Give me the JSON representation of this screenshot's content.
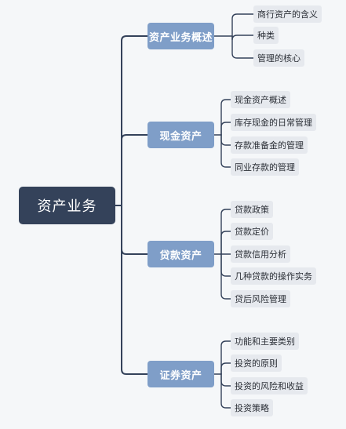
{
  "root": {
    "label": "资产业务"
  },
  "branches": [
    {
      "label": "资产业务概述",
      "leaves": [
        "商行资产的含义",
        "种类",
        "管理的核心"
      ]
    },
    {
      "label": "现金资产",
      "leaves": [
        "现金资产概述",
        "库存现金的日常管理",
        "存款准备金的管理",
        "同业存款的管理"
      ]
    },
    {
      "label": "贷款资产",
      "leaves": [
        "贷款政策",
        "贷款定价",
        "贷款信用分析",
        "几种贷款的操作实务",
        "贷后风险管理"
      ]
    },
    {
      "label": "证券资产",
      "leaves": [
        "功能和主要类别",
        "投资的原则",
        "投资的风险和收益",
        "投资策略"
      ]
    }
  ],
  "colors": {
    "root": "#34425a",
    "branch": "#7f9ec8",
    "leaf": "#e6e9ee",
    "connector": "#34425a"
  }
}
